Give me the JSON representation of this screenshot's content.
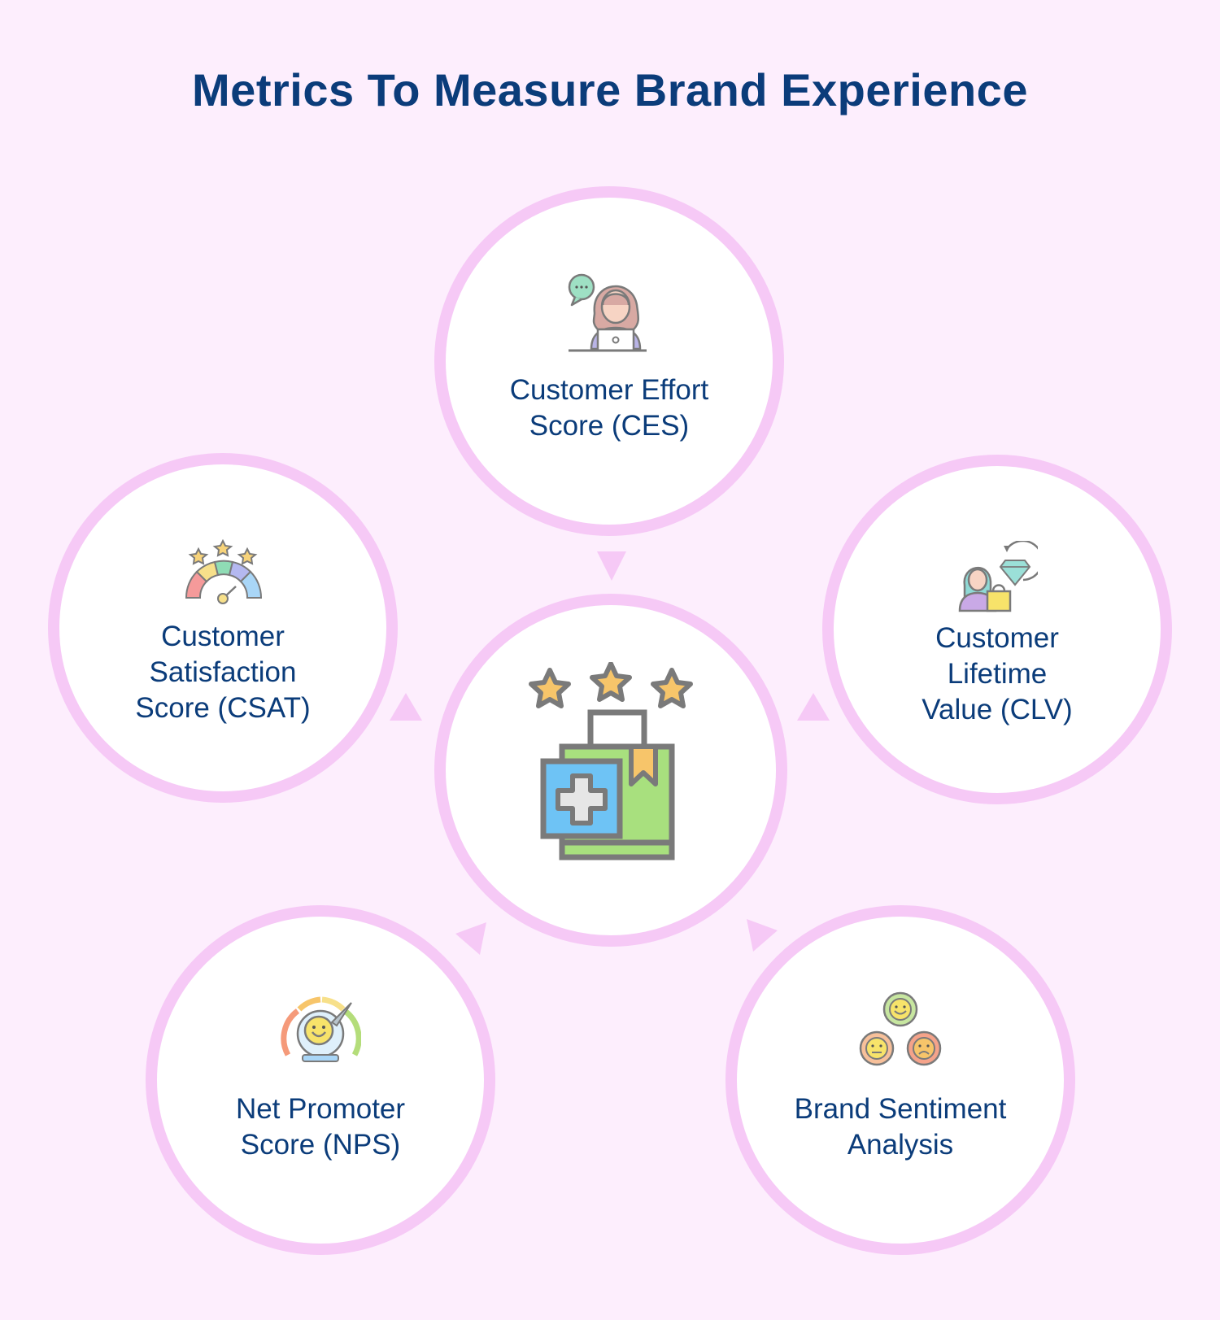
{
  "title": "Metrics To Measure Brand Experience",
  "center": {
    "icon": "shopping-bag-stars-icon"
  },
  "metrics": [
    {
      "id": "ces",
      "label_line1": "Customer Effort",
      "label_line2": "Score (CES)",
      "label_line3": "",
      "icon": "customer-support-agent-icon"
    },
    {
      "id": "csat",
      "label_line1": "Customer",
      "label_line2": "Satisfaction",
      "label_line3": "Score (CSAT)",
      "icon": "satisfaction-gauge-icon"
    },
    {
      "id": "clv",
      "label_line1": "Customer",
      "label_line2": "Lifetime",
      "label_line3": "Value (CLV)",
      "icon": "customer-diamond-icon"
    },
    {
      "id": "nps",
      "label_line1": "Net Promoter",
      "label_line2": "Score (NPS)",
      "label_line3": "",
      "icon": "promoter-gauge-icon"
    },
    {
      "id": "bsa",
      "label_line1": "Brand Sentiment",
      "label_line2": "Analysis",
      "label_line3": "",
      "icon": "sentiment-faces-icon"
    }
  ],
  "colors": {
    "background": "#fdeefd",
    "ring": "#f6c9f6",
    "text": "#0b3c7a",
    "arrow": "#f6c9f6"
  }
}
